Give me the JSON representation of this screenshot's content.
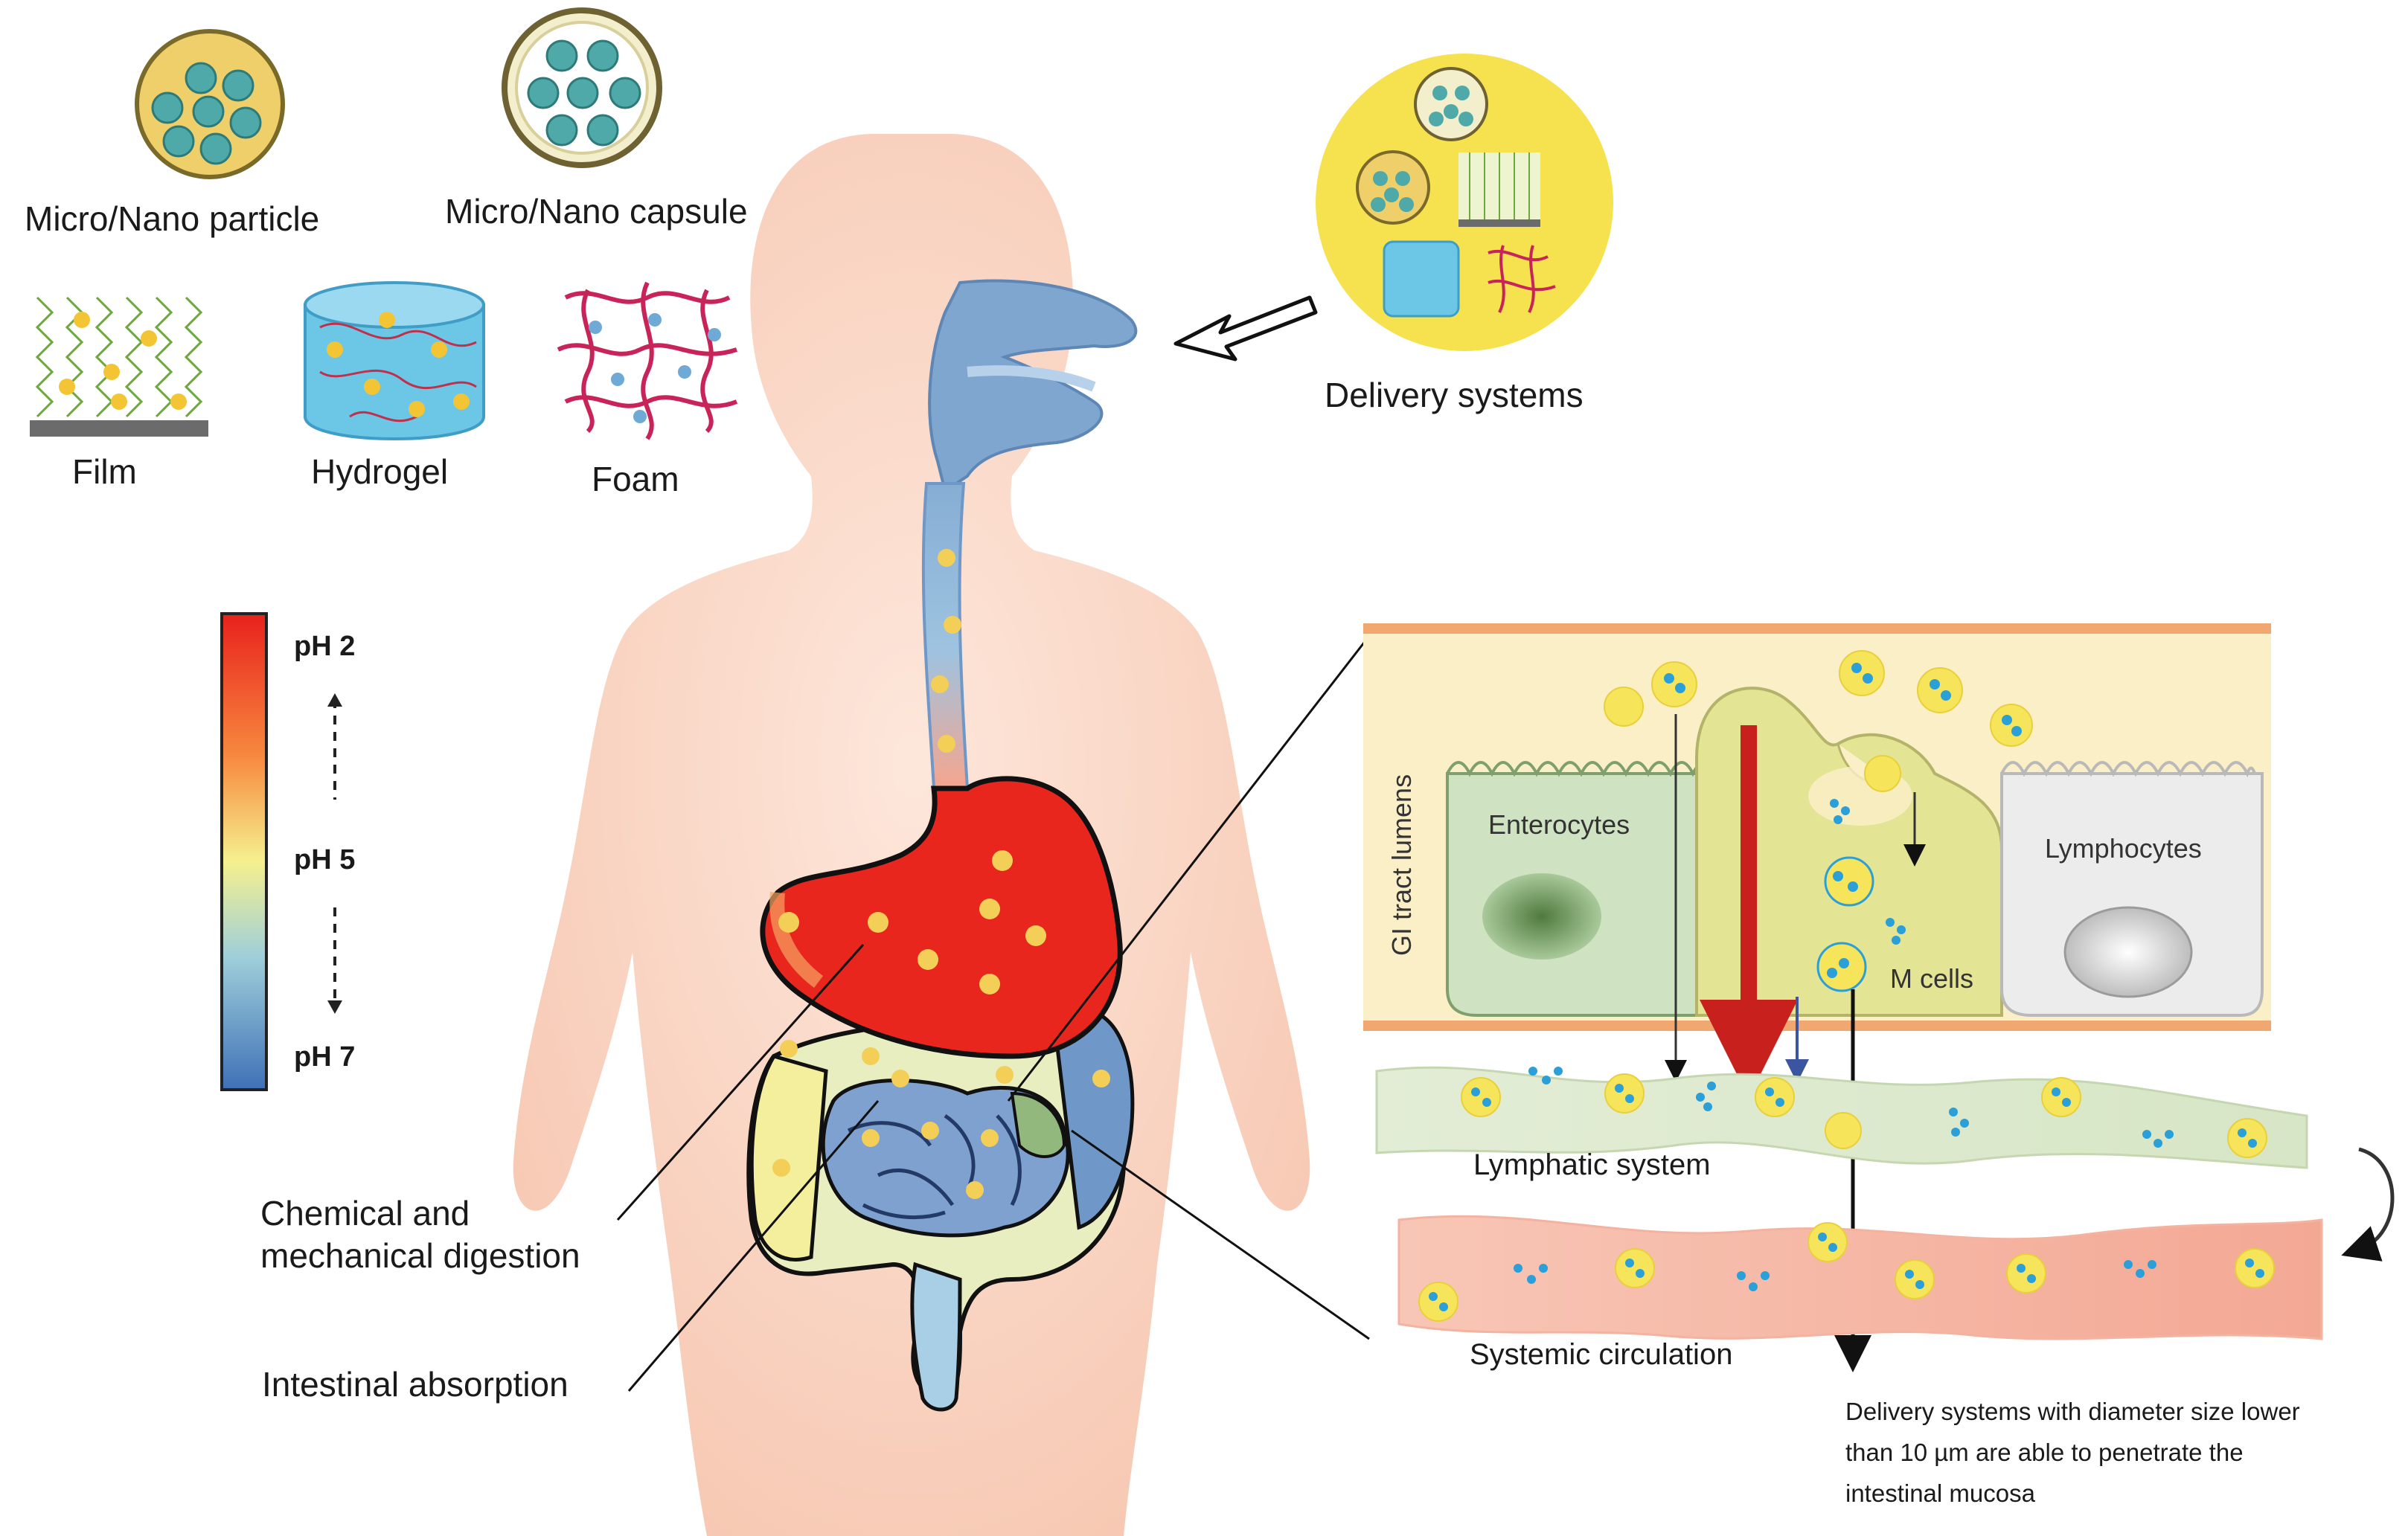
{
  "delivery_types": {
    "particle": "Micro/Nano particle",
    "capsule": "Micro/Nano capsule",
    "film": "Film",
    "hydrogel": "Hydrogel",
    "foam": "Foam"
  },
  "delivery_systems_label": "Delivery systems",
  "ph_scale": {
    "top": "pH 2",
    "middle": "pH 5",
    "bottom": "pH 7"
  },
  "callouts": {
    "digestion_line1": "Chemical and",
    "digestion_line2": "mechanical digestion",
    "absorption": "Intestinal absorption"
  },
  "inset": {
    "gi_lumen": "GI tract lumens",
    "enterocytes": "Enterocytes",
    "lymphocytes": "Lymphocytes",
    "m_cells": "M cells",
    "lymphatic": "Lymphatic system",
    "systemic": "Systemic circulation",
    "note": "Delivery systems with diameter size lower than 10 µm are able to penetrate the intestinal mucosa"
  },
  "colors": {
    "skin": "#f6c9b4",
    "stomach": "#e8261e",
    "intestine_blue": "#6f98c8",
    "particle_gold": "#f3cf58",
    "particle_teal": "#4fa9a8",
    "lymph": "#dfe9cf",
    "blood": "#f6b8a6",
    "membrane": "#f0a870",
    "delivery_bg": "#f6e24e"
  }
}
